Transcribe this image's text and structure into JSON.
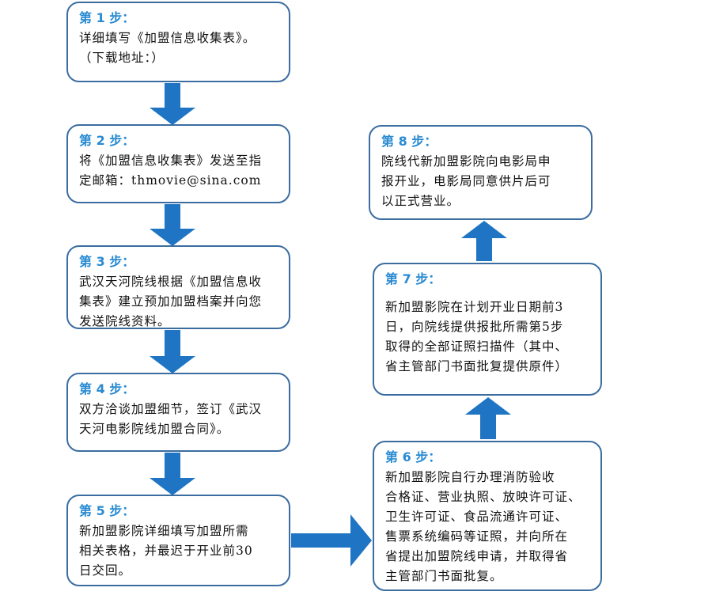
{
  "colors": {
    "arrow": "#1f75c4",
    "box_border": "#3b6da0",
    "title": "#2a8bd2"
  },
  "steps": [
    {
      "title": "第 1 步：",
      "body": "详细填写《加盟信息收集表》。\n（下载地址：）"
    },
    {
      "title": "第 2 步：",
      "body": "将《加盟信息收集表》发送至指\n定邮箱：thmovie@sina.com"
    },
    {
      "title": "第 3 步：",
      "body": "武汉天河院线根据《加盟信息收\n集表》建立预加加盟档案并向您\n发送院线资料。"
    },
    {
      "title": "第 4 步：",
      "body": "双方洽谈加盟细节，签订《武汉\n天河电影院线加盟合同》。"
    },
    {
      "title": "第 5 步：",
      "body": "新加盟影院详细填写加盟所需\n相关表格，并最迟于开业前30\n日交回。"
    },
    {
      "title": "第 6 步：",
      "body": "新加盟影院自行办理消防验收\n合格证、营业执照、放映许可证、\n卫生许可证、食品流通许可证、\n售票系统编码等证照，并向所在\n省提出加盟院线申请，并取得省\n主管部门书面批复。"
    },
    {
      "title": "第 7 步：",
      "body": "新加盟影院在计划开业日期前3\n日，向院线提供报批所需第5步\n取得的全部证照扫描件（其中、\n省主管部门书面批复提供原件）"
    },
    {
      "title": "第 8 步：",
      "body": "院线代新加盟影院向电影局申\n报开业，电影局同意供片后可\n以正式营业。"
    }
  ]
}
